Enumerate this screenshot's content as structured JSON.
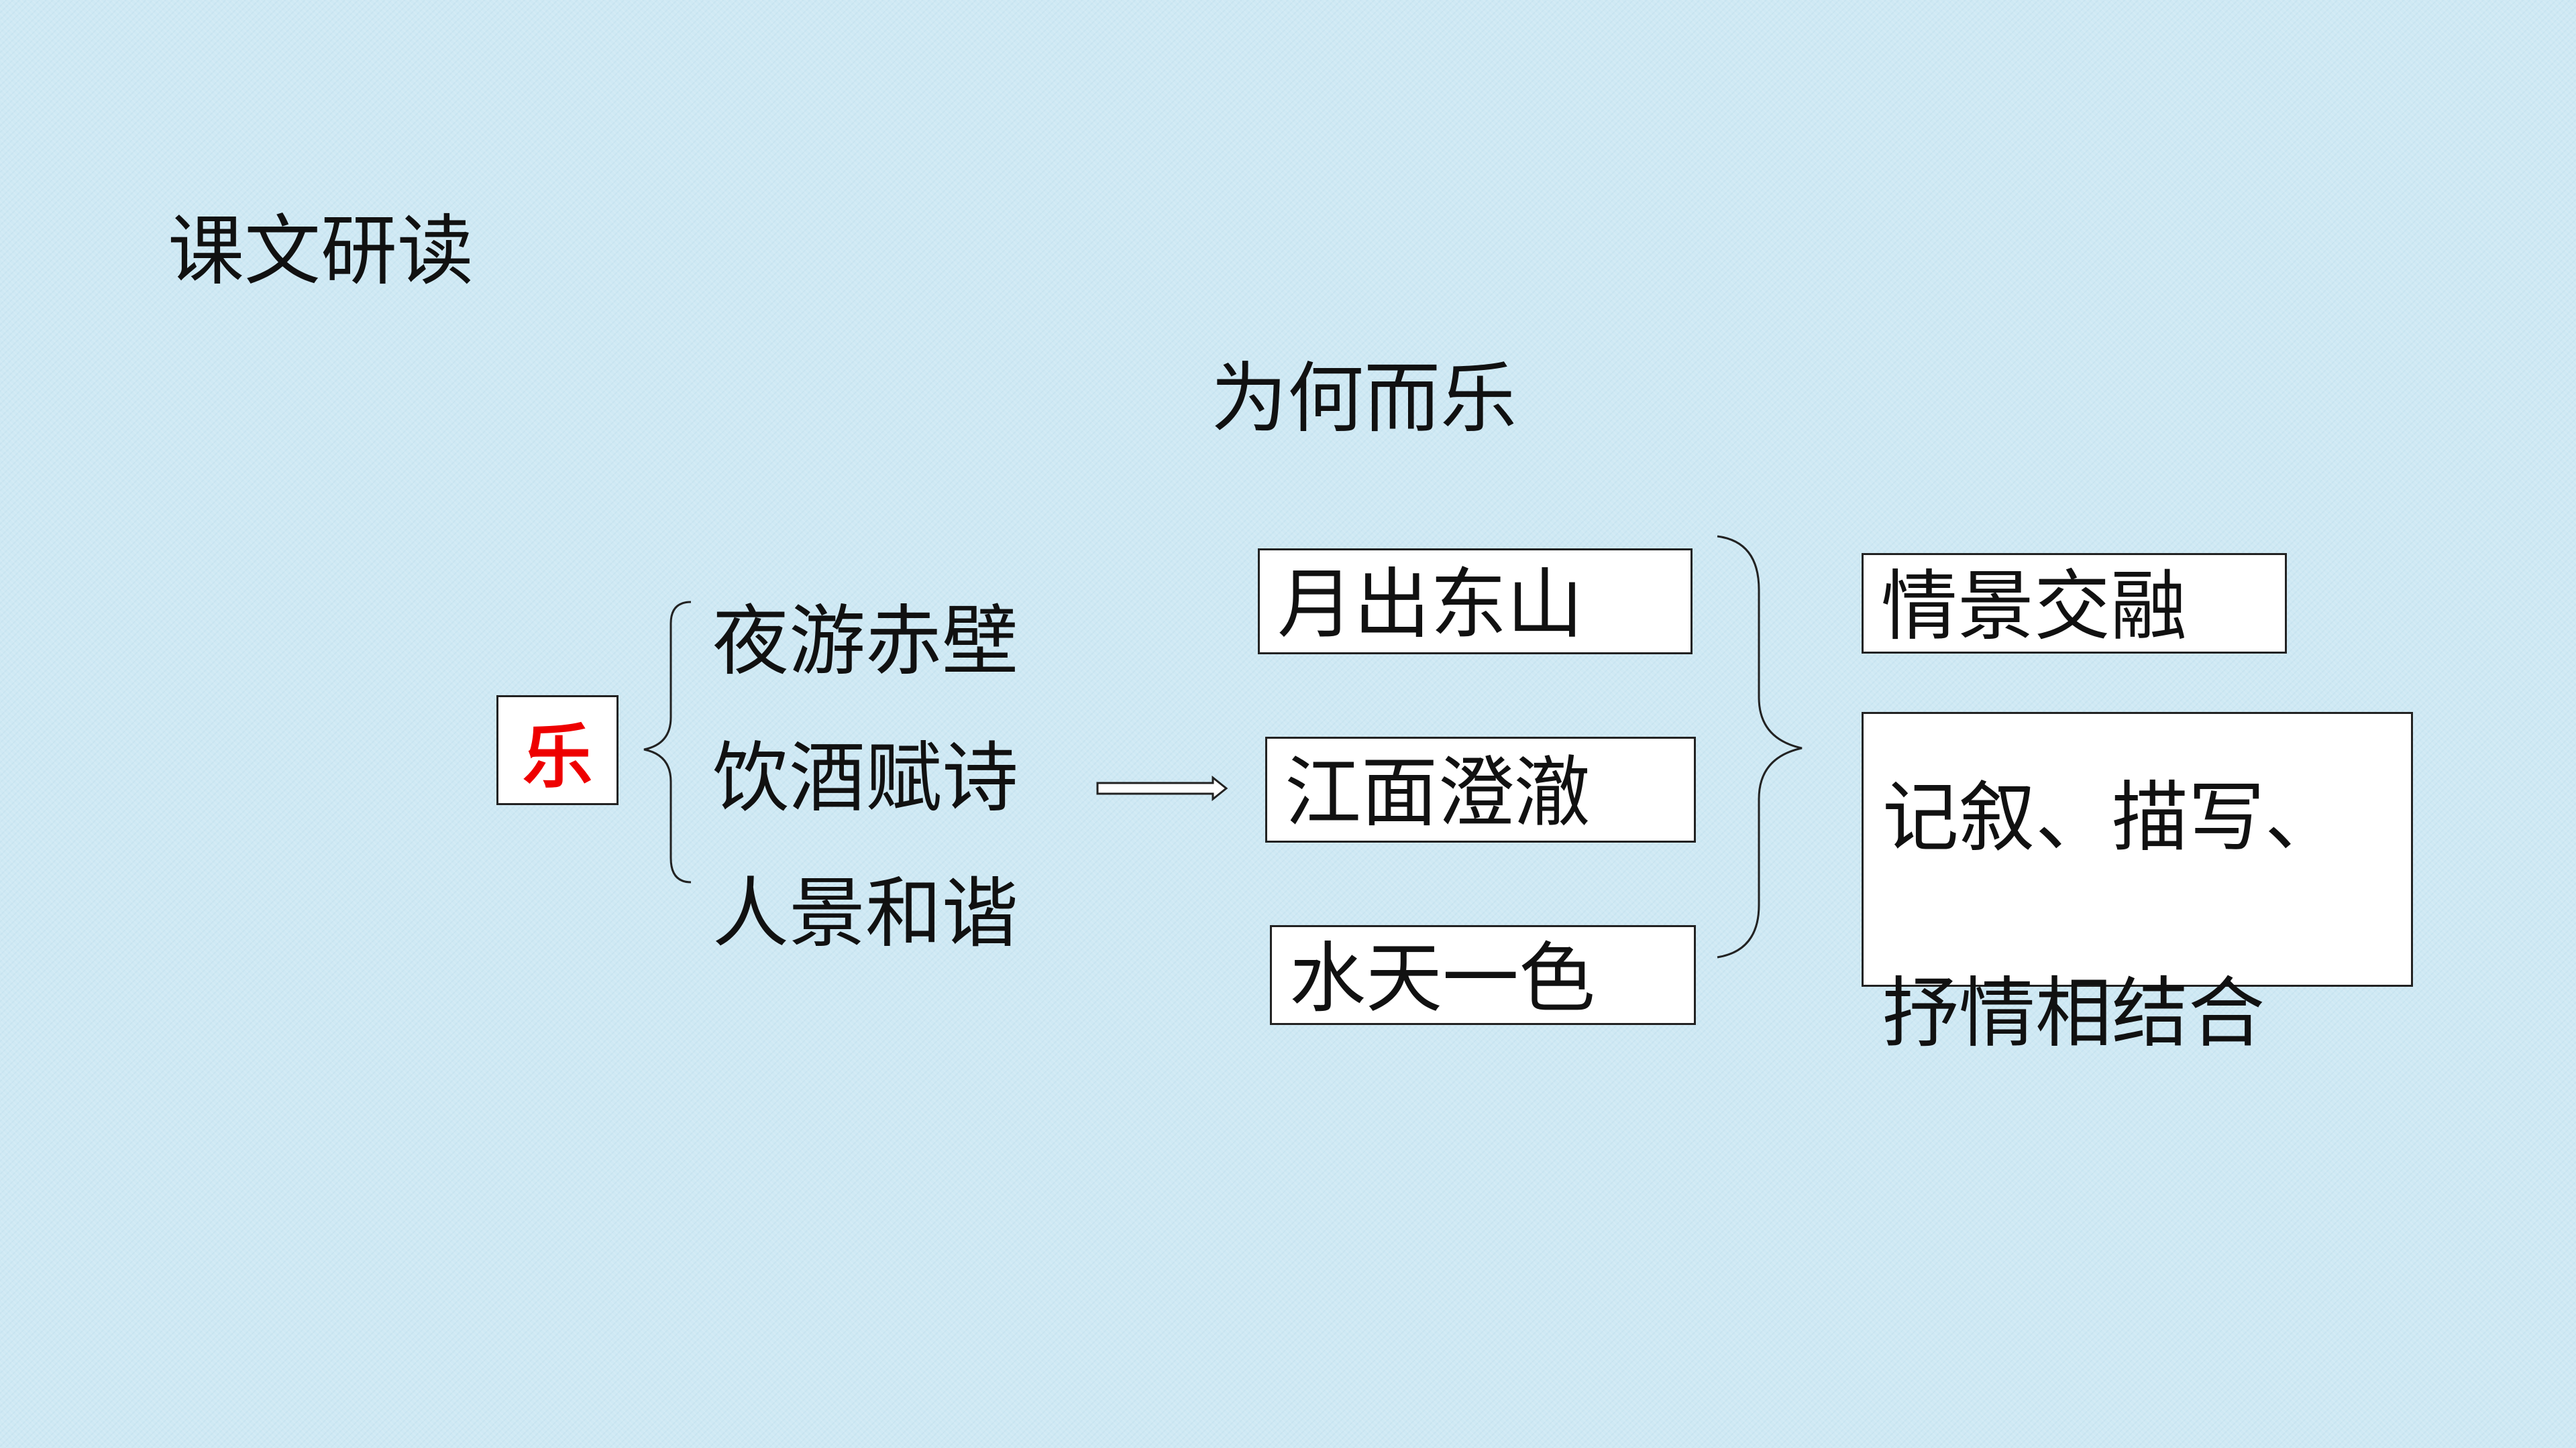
{
  "section_title": "课文研读",
  "slide_title": "为何而乐",
  "root_node": "乐",
  "reasons": [
    "夜游赤壁",
    "饮酒赋诗",
    "人景和谐"
  ],
  "scenes": [
    "月出东山",
    "江面澄澈",
    "水天一色"
  ],
  "summary": {
    "box1": "情景交融",
    "box2_line1": "记叙、描写、",
    "box2_line2": "抒情相结合"
  },
  "colors": {
    "background": "#cfe9f4",
    "root_text": "#ee0000",
    "box_border": "#222222",
    "box_fill": "#ffffff"
  }
}
